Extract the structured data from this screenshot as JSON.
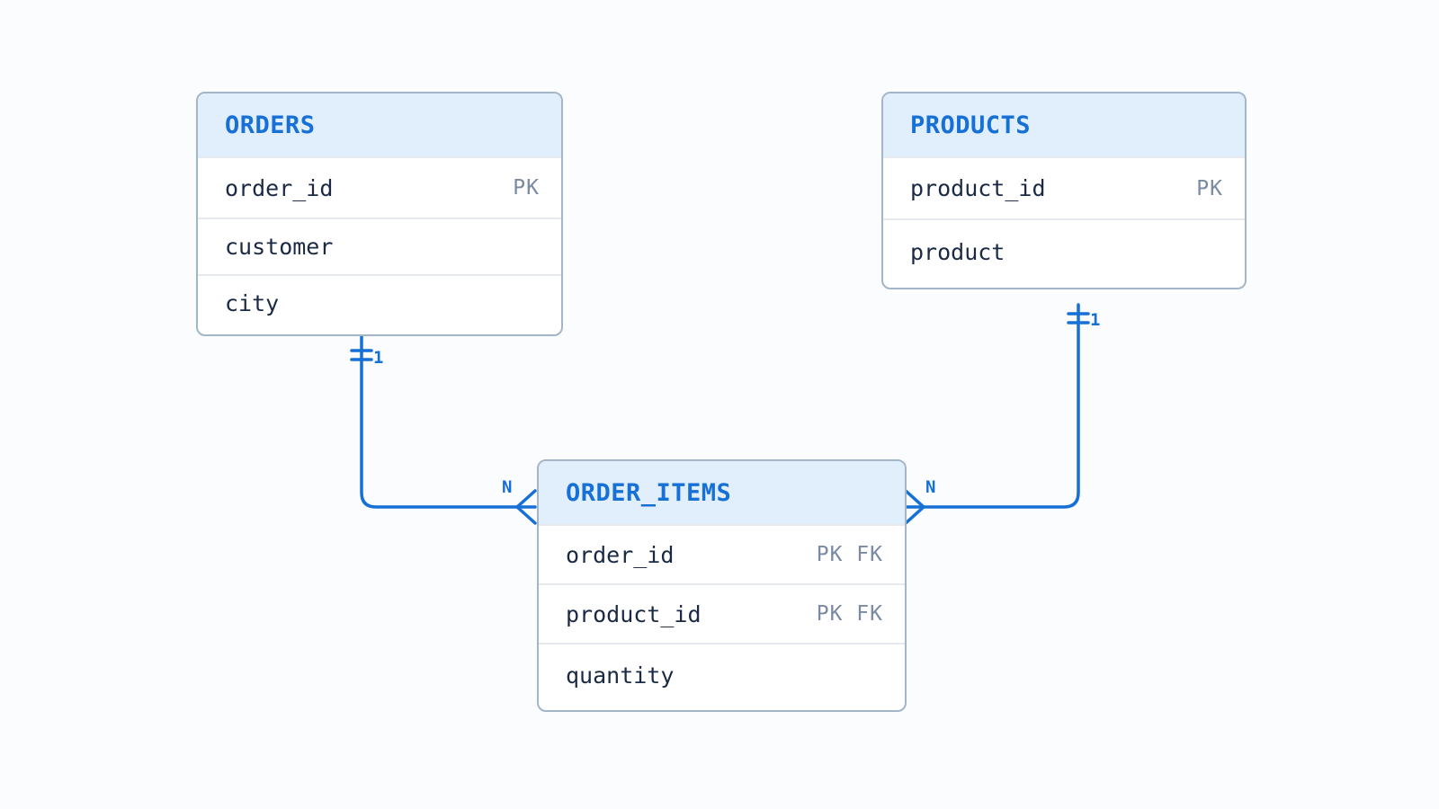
{
  "colors": {
    "accent": "#1670d6",
    "header_bg": "#e1eefc",
    "border": "#a5b5c8",
    "text": "#1b2a44",
    "key_text": "#7a8aa3"
  },
  "entities": {
    "orders": {
      "title": "ORDERS",
      "rows": [
        {
          "name": "order_id",
          "keys": "PK"
        },
        {
          "name": "customer",
          "keys": ""
        },
        {
          "name": "city",
          "keys": ""
        }
      ]
    },
    "products": {
      "title": "PRODUCTS",
      "rows": [
        {
          "name": "product_id",
          "keys": "PK"
        },
        {
          "name": "product",
          "keys": ""
        }
      ]
    },
    "order_items": {
      "title": "ORDER_ITEMS",
      "rows": [
        {
          "name": "order_id",
          "keys": "PK FK"
        },
        {
          "name": "product_id",
          "keys": "PK FK"
        },
        {
          "name": "quantity",
          "keys": ""
        }
      ]
    }
  },
  "relationships": [
    {
      "from": "ORDERS",
      "to": "ORDER_ITEMS",
      "from_cardinality": "1",
      "to_cardinality": "N"
    },
    {
      "from": "PRODUCTS",
      "to": "ORDER_ITEMS",
      "from_cardinality": "1",
      "to_cardinality": "N"
    }
  ]
}
